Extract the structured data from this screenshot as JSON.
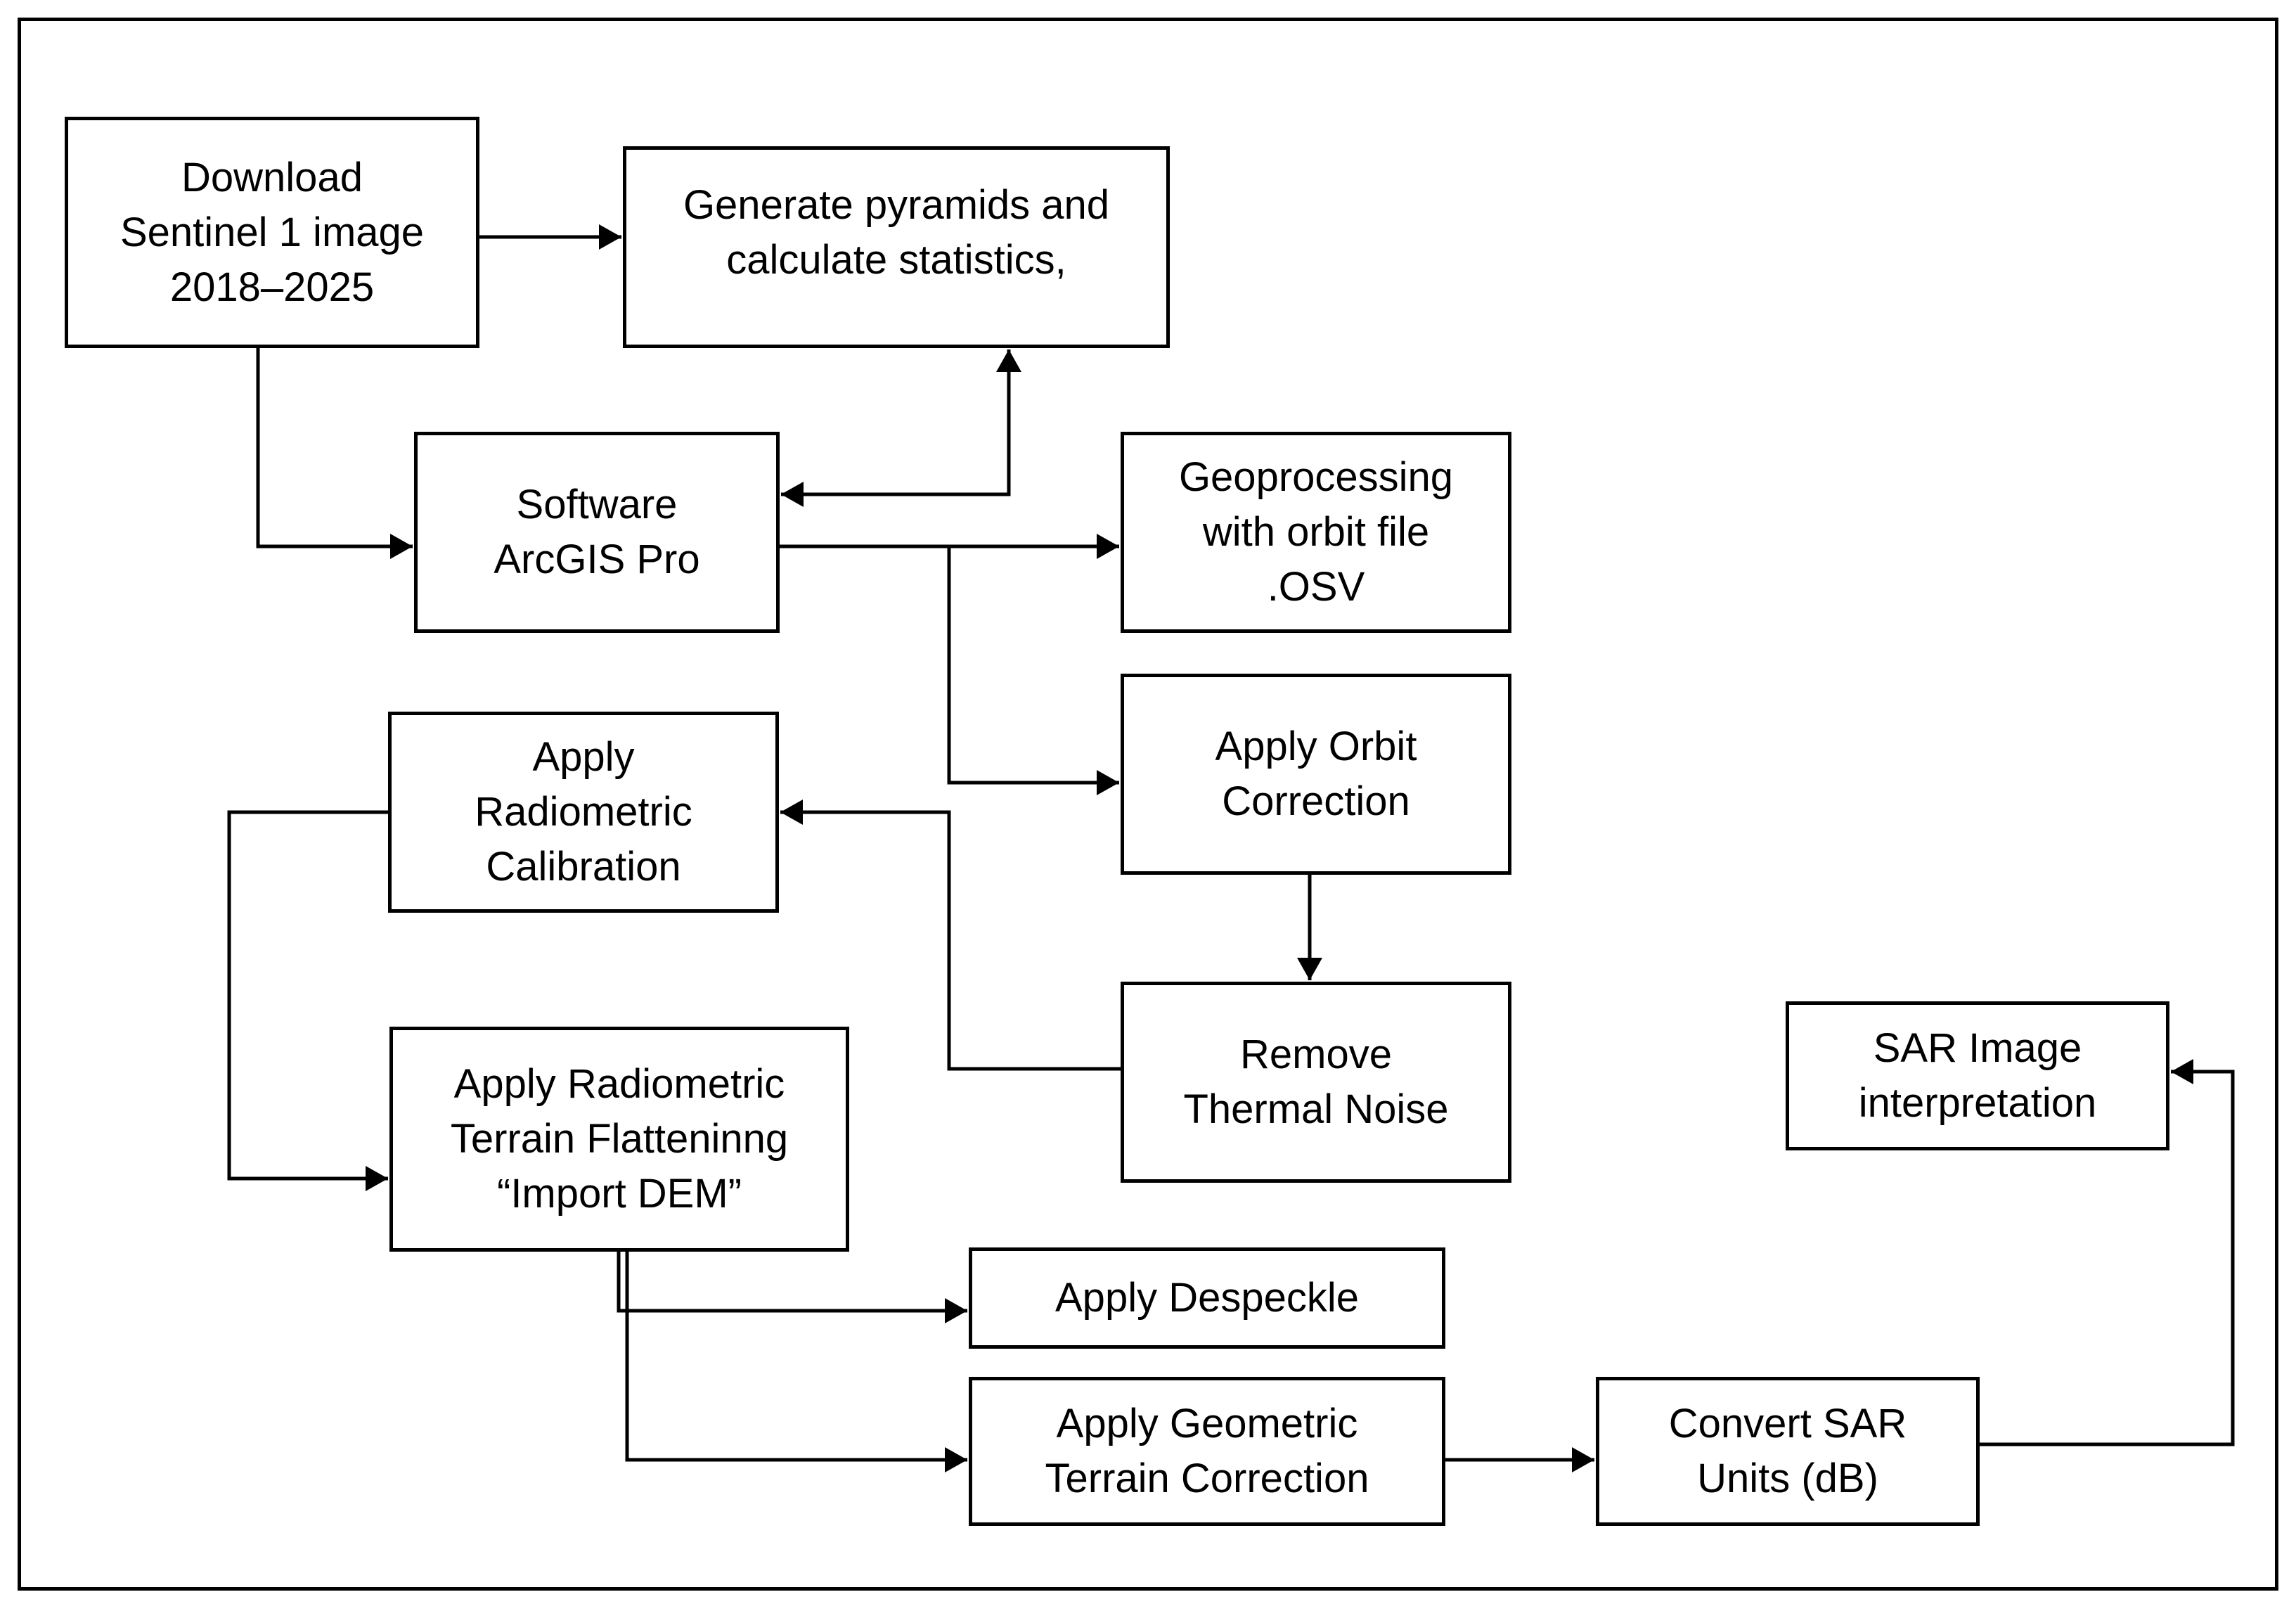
{
  "diagram": {
    "nodes": {
      "download": {
        "lines": [
          "Download",
          "Sentinel 1 image",
          "2018–2025"
        ]
      },
      "pyramids": {
        "lines": [
          "Generate pyramids and",
          "calculate statistics,"
        ]
      },
      "arcgis": {
        "lines": [
          "Software",
          "ArcGIS Pro"
        ]
      },
      "geoprocessing": {
        "lines": [
          "Geoprocessing",
          "with orbit file",
          ".OSV"
        ]
      },
      "orbit_correction": {
        "lines": [
          "Apply Orbit",
          "Correction"
        ]
      },
      "radiometric_calibration": {
        "lines": [
          "Apply",
          "Radiometric",
          "Calibration"
        ]
      },
      "thermal_noise": {
        "lines": [
          "Remove",
          "Thermal Noise"
        ]
      },
      "sar_interpretation": {
        "lines": [
          "SAR Image",
          "interpretation"
        ]
      },
      "terrain_flattening": {
        "lines": [
          "Apply Radiometric",
          "Terrain Flatteninng",
          "“Import DEM”"
        ]
      },
      "despeckle": {
        "lines": [
          "Apply Despeckle"
        ]
      },
      "geometric_correction": {
        "lines": [
          "Apply Geometric",
          "Terrain Correction"
        ]
      },
      "convert_db": {
        "lines": [
          "Convert SAR",
          "Units (dB)"
        ]
      }
    },
    "edges": [
      {
        "from": "download",
        "to": "pyramids"
      },
      {
        "from": "download",
        "to": "arcgis"
      },
      {
        "from": "arcgis",
        "to": "pyramids",
        "bidirectional": true
      },
      {
        "from": "arcgis",
        "to": "geoprocessing"
      },
      {
        "from": "arcgis",
        "to": "orbit_correction"
      },
      {
        "from": "orbit_correction",
        "to": "thermal_noise"
      },
      {
        "from": "thermal_noise",
        "to": "radiometric_calibration"
      },
      {
        "from": "radiometric_calibration",
        "to": "terrain_flattening"
      },
      {
        "from": "terrain_flattening",
        "to": "despeckle"
      },
      {
        "from": "terrain_flattening",
        "to": "geometric_correction"
      },
      {
        "from": "geometric_correction",
        "to": "convert_db"
      },
      {
        "from": "convert_db",
        "to": "sar_interpretation"
      }
    ]
  }
}
